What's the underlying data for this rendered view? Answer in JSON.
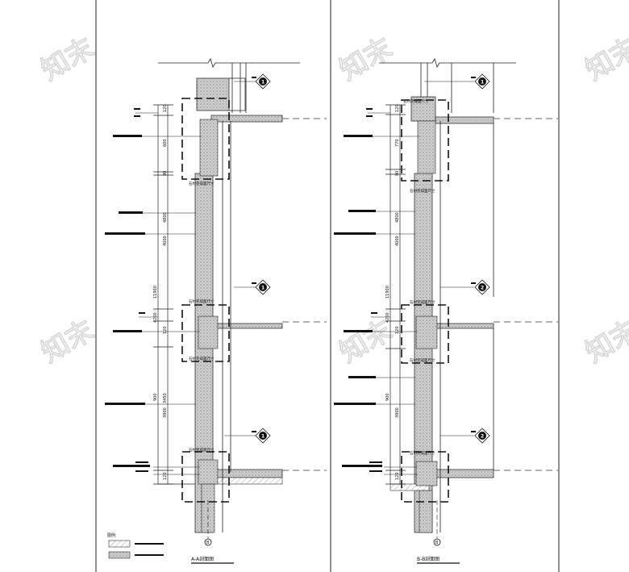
{
  "watermark": "知末",
  "left_panel": {
    "title": "A-A剖面图",
    "dims": [
      "120",
      "600",
      "90",
      "4800",
      "4000",
      "3450",
      "11900",
      "120",
      "900",
      "3900",
      "120",
      "4200"
    ],
    "labels": [
      "石材完成面尺寸",
      "石材完成面尺寸",
      "石材完成面尺寸",
      "石材完成面尺寸"
    ],
    "markers": [
      "1",
      "1",
      "1"
    ],
    "axis": "B",
    "legend": {
      "title": "图例:"
    }
  },
  "right_panel": {
    "title": "B-B剖面图",
    "dims": [
      "120",
      "770",
      "90",
      "4800",
      "4000",
      "11900",
      "120",
      "900",
      "3900",
      "4200",
      "120"
    ],
    "labels": [
      "石材完成面尺寸",
      "石材完成面尺寸",
      "石材完成面尺寸",
      "石材完成面尺寸",
      "石材完成面尺寸"
    ],
    "markers": [
      "1",
      "2",
      "2"
    ],
    "axis": "B"
  }
}
